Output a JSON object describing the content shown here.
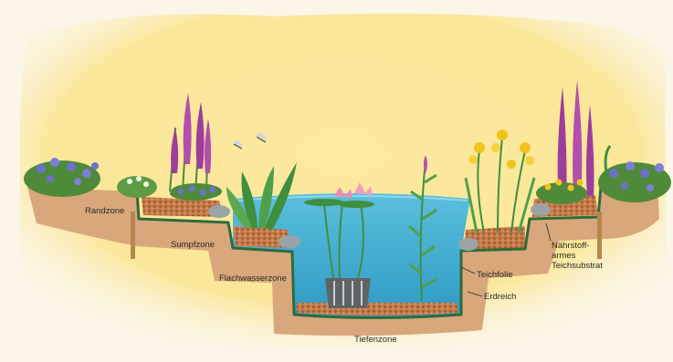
{
  "labels": {
    "randzone": "Randzone",
    "sumpfzone": "Sumpfzone",
    "flachwasserzone": "Flachwasserzone",
    "tiefenzone": "Tiefenzone",
    "teichfolie": "Teichfolie",
    "erdreich": "Erdreich",
    "substrat": [
      "Nährstoff-",
      "armes",
      "Teichsubstrat"
    ]
  },
  "colors": {
    "background": "#fbf6e8",
    "wash": "#fbe79a",
    "water": "#4fb6d6",
    "soil": "#d9a77c",
    "liner": "#2f6b3a",
    "gravel": "#b9683e",
    "leaf": "#3f8f3f",
    "loosestrife": "#9c3e9a",
    "yellow_flower": "#f0c419",
    "blue_flower": "#6d72c9",
    "water_lily": "#f08bb4"
  },
  "icons": [
    "dragonfly-icon",
    "water-lily-icon",
    "plant-basket-icon",
    "wooden-stake-icon"
  ]
}
